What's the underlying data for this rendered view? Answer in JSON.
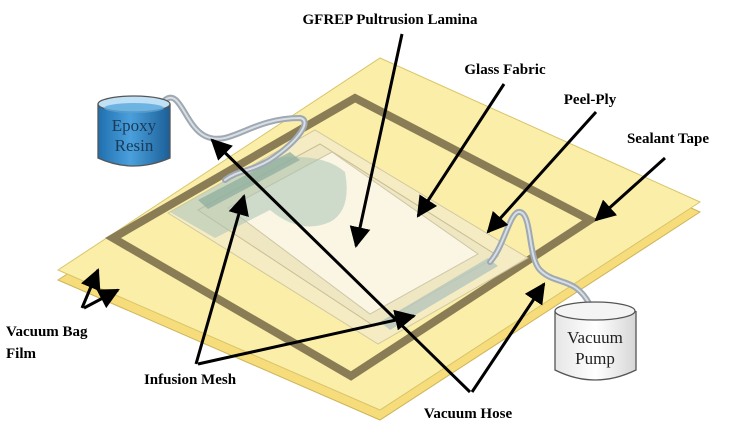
{
  "labels": {
    "laminate": "GFREP Pultrusion Lamina",
    "glass_fabric": "Glass Fabric",
    "peel_ply": "Peel-Ply",
    "sealant_tape": "Sealant Tape",
    "vacuum_bag_line1": "Vacuum Bag",
    "vacuum_bag_line2": "Film",
    "infusion_mesh": "Infusion Mesh",
    "vacuum_hose": "Vacuum Hose"
  },
  "resin_container": {
    "line1": "Epoxy",
    "line2": "Resin"
  },
  "pump": {
    "line1": "Vacuum",
    "line2": "Pump"
  },
  "colors": {
    "bag_film": "#fbeea8",
    "bag_edge": "#d8c56a",
    "sealant_tape": "#8a7d55",
    "resin_blue": "#2f86c6",
    "hose": "#b0b8c0",
    "mesh": "#a9c4b6"
  }
}
